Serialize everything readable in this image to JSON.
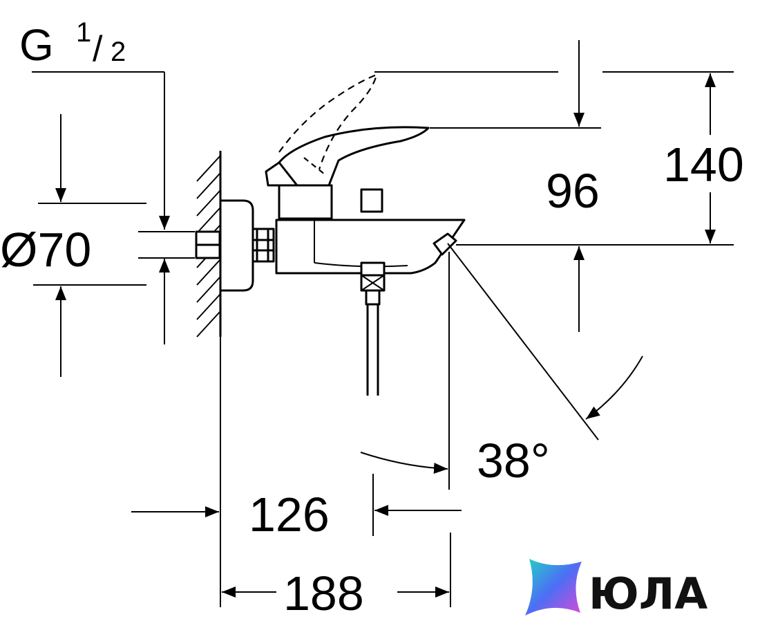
{
  "thread": {
    "letter": "G",
    "numerator": "1",
    "slash": "/",
    "denominator": "2"
  },
  "dimensions": {
    "diameter": "Ø70",
    "height_total": "140",
    "height_spout": "96",
    "spout_angle": "38°",
    "projection_spout": "126",
    "projection_total": "188"
  },
  "logo": {
    "text": "ЮЛА"
  },
  "colors": {
    "line": "#000000",
    "background": "#ffffff"
  }
}
